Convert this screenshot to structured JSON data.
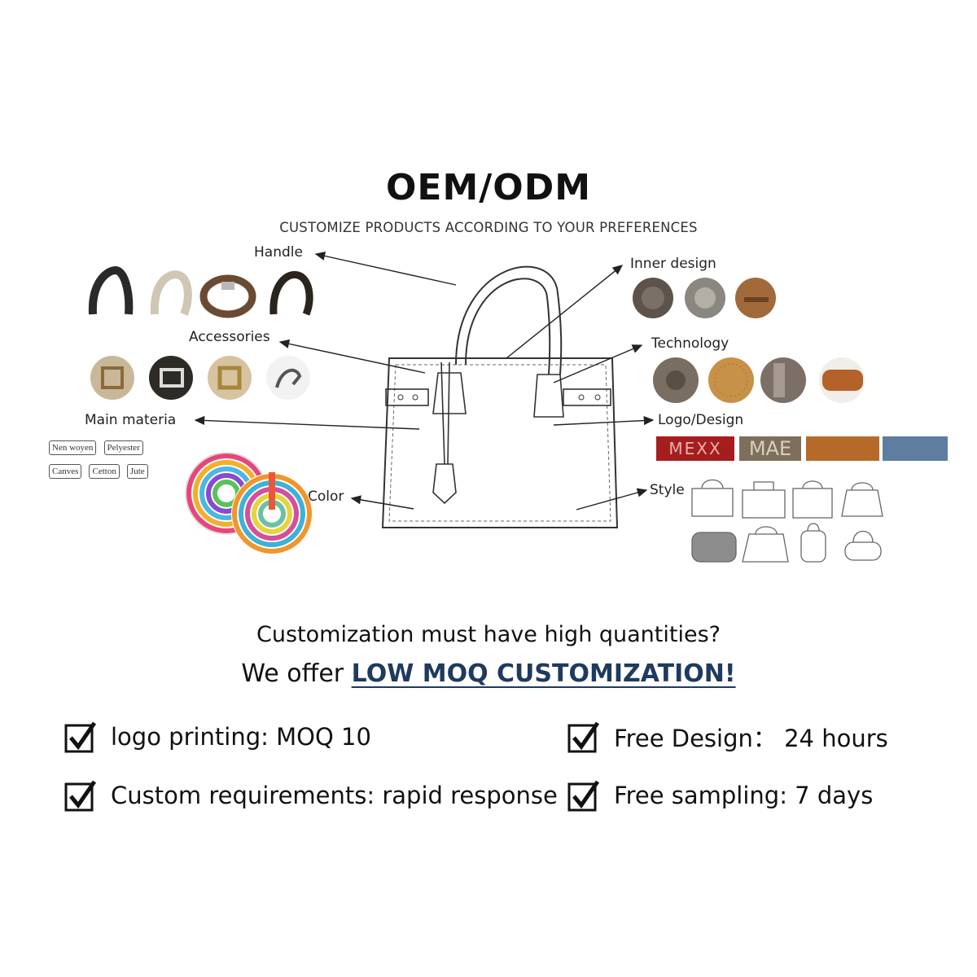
{
  "header": {
    "title": "OEM/ODM",
    "subtitle": "CUSTOMIZE PRODUCTS ACCORDING TO YOUR PREFERENCES"
  },
  "callouts": {
    "handle": "Handle",
    "accessories": "Accessories",
    "main_material": "Main materia",
    "color": "Color",
    "inner_design": "Inner design",
    "technology": "Technology",
    "logo_design": "Logo/Design",
    "style": "Style"
  },
  "materials": [
    "Nen woyen",
    "Pelyester",
    "Canves",
    "Cetton",
    "Jute"
  ],
  "logo_samples": [
    "MEXX",
    "MAE"
  ],
  "pitch": {
    "question": "Customization must have high quantities?",
    "offer_prefix": "We offer ",
    "offer_highlight": "LOW MOQ CUSTOMIZATION!"
  },
  "features": [
    {
      "label": "logo printing: MOQ 10"
    },
    {
      "label": "Free Design： 24 hours"
    },
    {
      "label": "Custom requirements: rapid response"
    },
    {
      "label": "Free sampling: 7 days"
    }
  ],
  "icons": [
    "handle-icon",
    "buckle-icon",
    "clasp-icon",
    "color-swatch-icon",
    "bag-style-icon",
    "checkbox-checked-icon"
  ]
}
